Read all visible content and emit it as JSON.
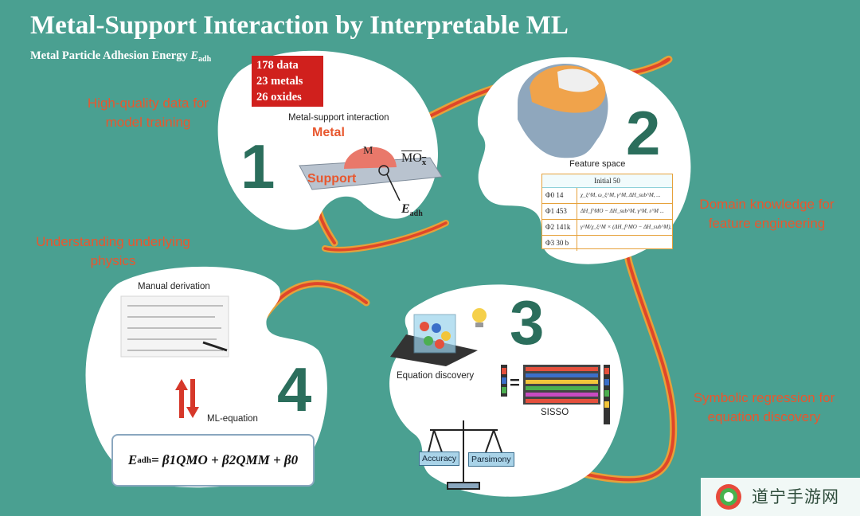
{
  "header": {
    "title": "Metal-Support Interaction by Interpretable ML",
    "subtitle": "Metal Particle Adhesion Energy ",
    "subtitle_symbol": "E",
    "subtitle_sub": "adh"
  },
  "dataset": {
    "lines": [
      "178 data",
      "23 metals",
      "26 oxides"
    ]
  },
  "steps": [
    {
      "number": "1",
      "annotation_lines": [
        "High-quality data for",
        "model training"
      ]
    },
    {
      "number": "2",
      "annotation_lines": [
        "Domain knowledge for",
        "feature engineering"
      ]
    },
    {
      "number": "3",
      "annotation_lines": [
        "Symbolic regression for",
        "equation discovery"
      ]
    },
    {
      "number": "4",
      "annotation_lines": [
        "Understanding underlying",
        "physics"
      ]
    }
  ],
  "panel1": {
    "caption": "Metal-support interaction",
    "metal_label": "Metal",
    "support_label": "Support",
    "particle_letter": "M",
    "oxide_label": "MO",
    "oxide_sub": "x",
    "energy_symbol": "E",
    "energy_sub": "adh"
  },
  "panel2": {
    "caption": "Feature space",
    "table_header": "Initial  50",
    "rows": [
      {
        "label": "Φ0  14",
        "content": "χ_ξ^M, ω_ξ^M, γ^M, ΔH_sub^M, ..."
      },
      {
        "label": "Φ1  453",
        "content": "ΔH_f^MO − ΔH_sub^M, γ^M, ε^M ..."
      },
      {
        "label": "Φ2  141k",
        "content": "γ^M/χ_ξ^M × (ΔH_f^MO − ΔH_sub^M), ..."
      },
      {
        "label": "Φ3  30 b",
        "content": ""
      }
    ]
  },
  "panel3": {
    "caption": "Equation discovery",
    "method_label": "SISSO",
    "equals": "=",
    "accuracy_label": "Accuracy",
    "parsimony_label": "Parsimony"
  },
  "panel4": {
    "caption_top": "Manual derivation",
    "caption_bottom": "ML-equation",
    "equation": {
      "lhs": "E",
      "lhs_sub": "adh",
      "rhs": " = β1QMO + β2QMM + β0"
    }
  },
  "watermark": {
    "text": "道宁手游网"
  },
  "colors": {
    "background": "#4aa091",
    "accent_orange": "#e8572e",
    "step_number": "#2b6e5c",
    "dataset_red": "#d0201d"
  }
}
